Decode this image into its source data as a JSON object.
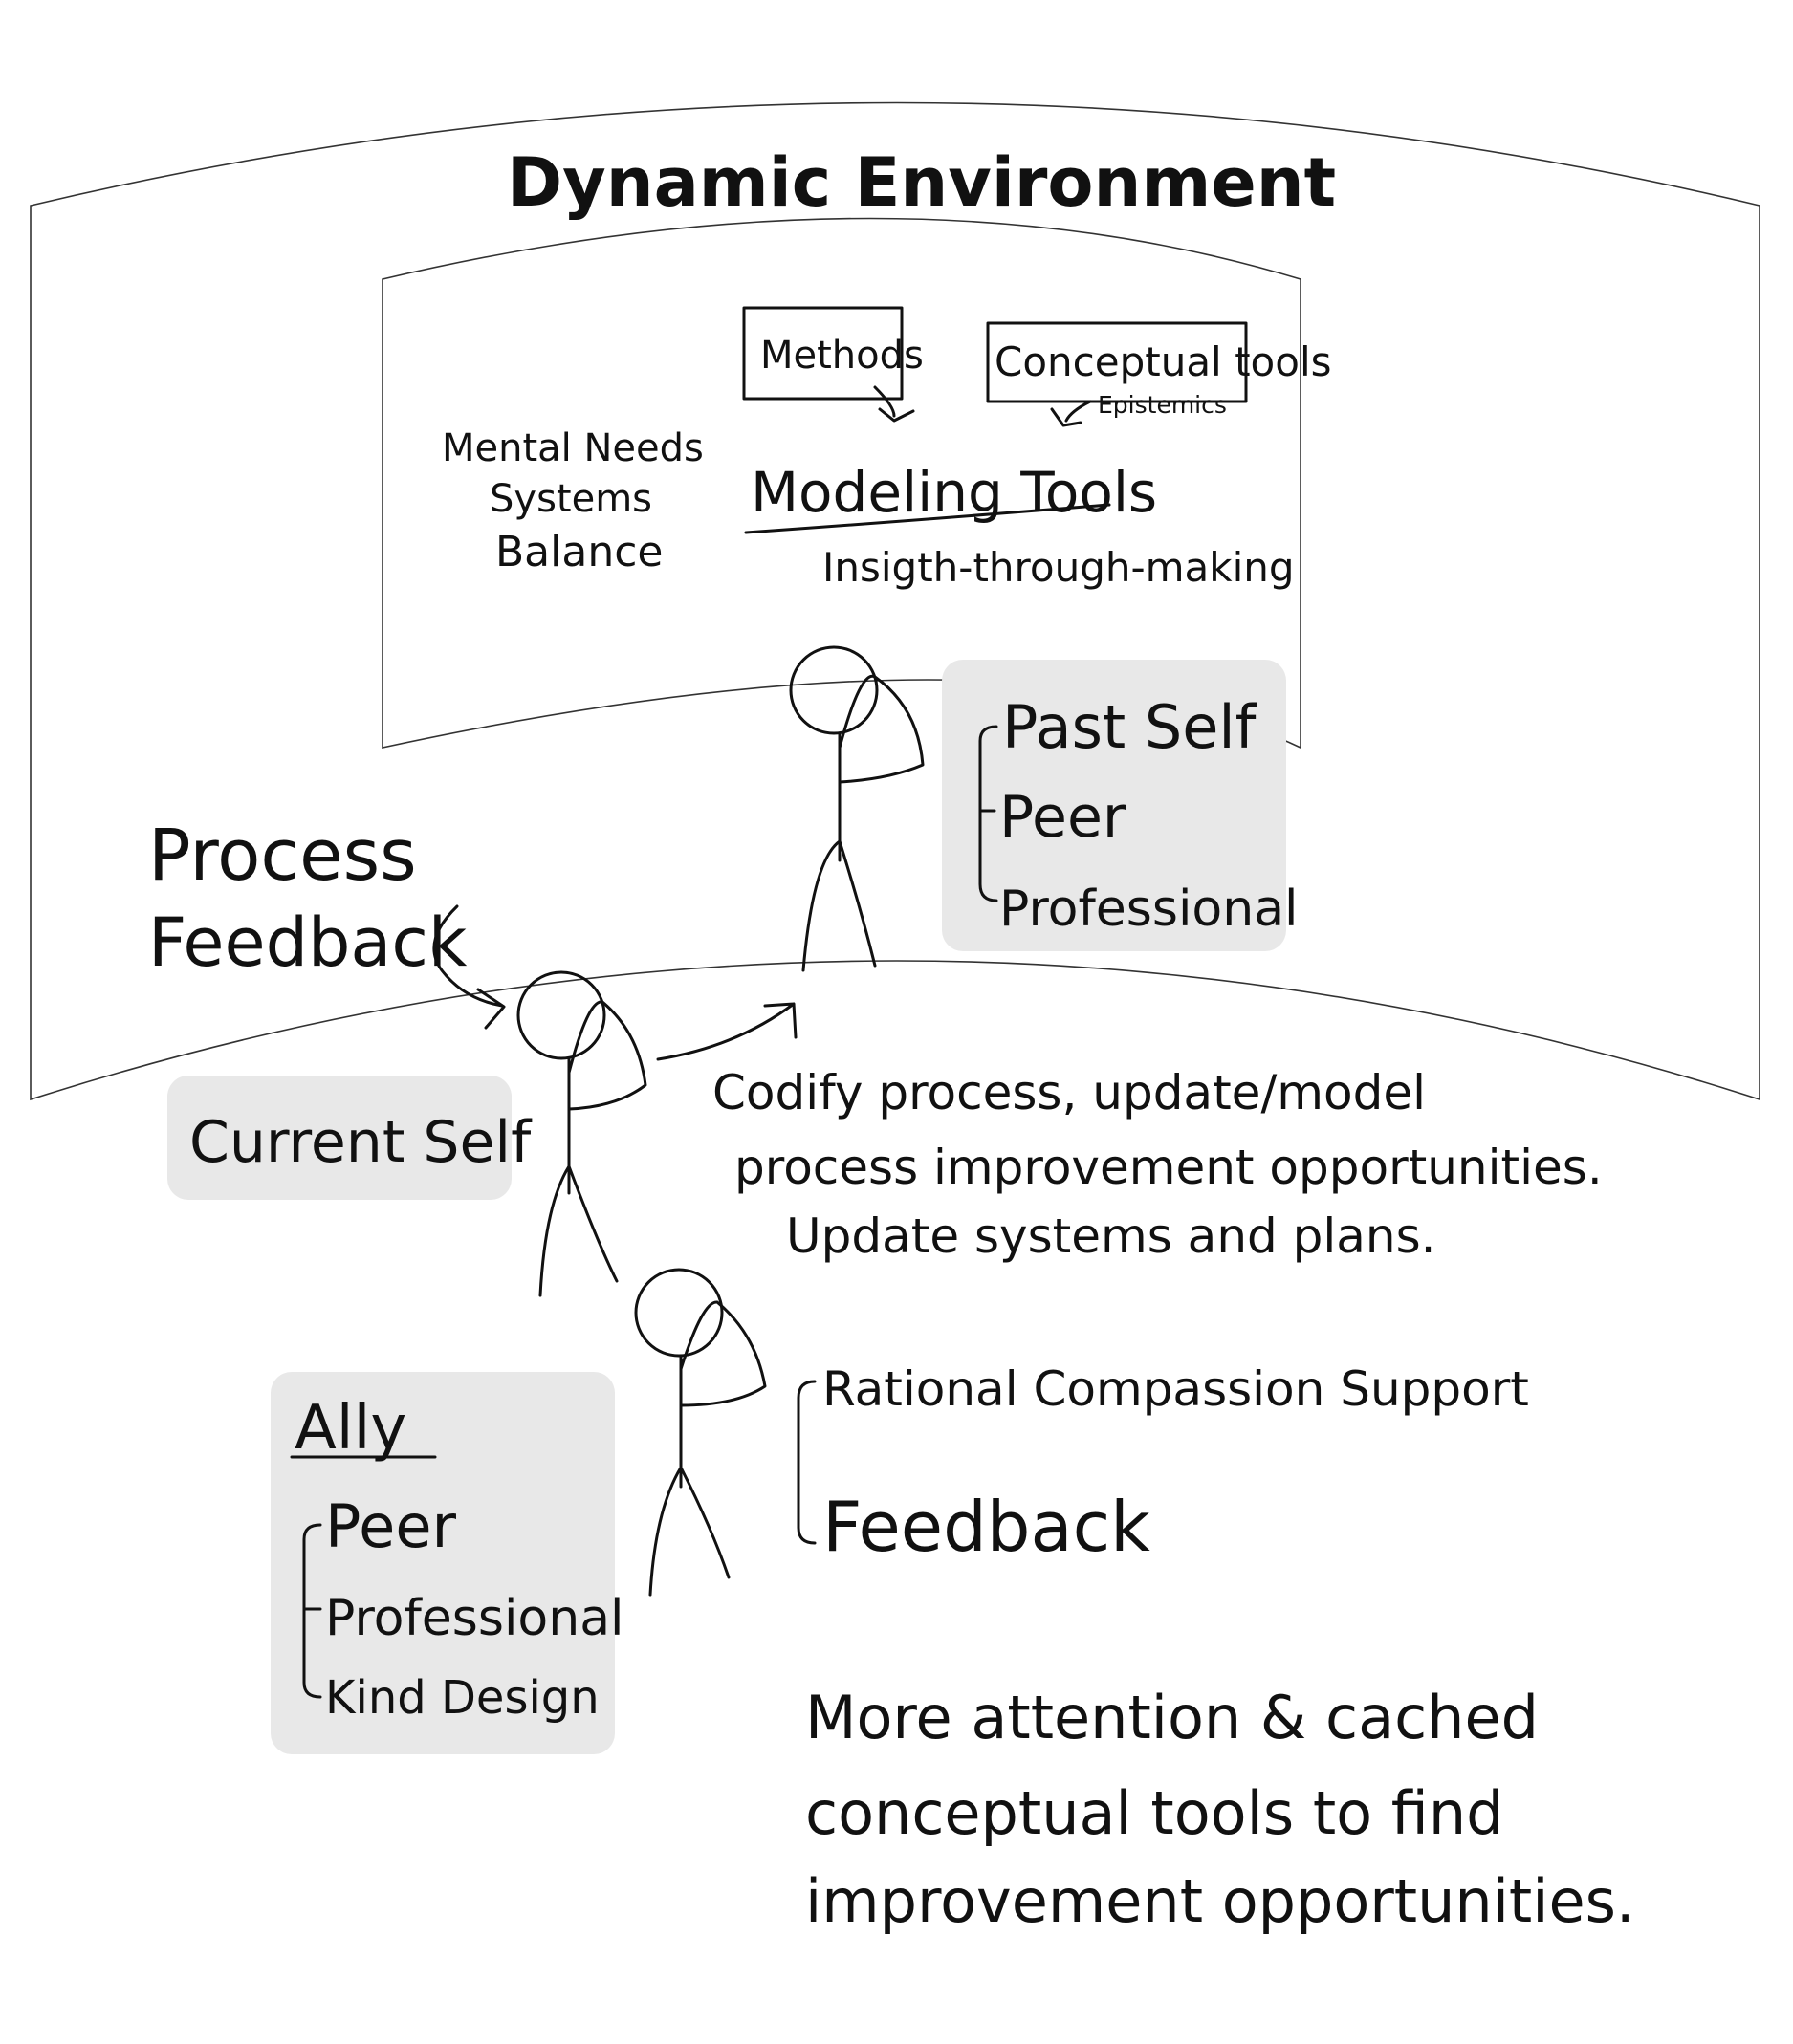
{
  "title": "Dynamic Environment",
  "inner_panel": {
    "methods": "Methods",
    "conceptual_tools": "Conceptual tools",
    "epistemics": "Epistemics",
    "needs": [
      "Mental Needs",
      "Systems",
      "Balance"
    ],
    "modeling_tools": "Modeling Tools",
    "insight": "Insigth-through-making"
  },
  "past_self_box": {
    "items": [
      "Past Self",
      "Peer",
      "Professional"
    ]
  },
  "process_feedback": [
    "Process",
    "Feedback"
  ],
  "current_self_box": {
    "label": "Current Self"
  },
  "codify_text": [
    "Codify process, update/model",
    "process improvement opportunities.",
    "Update systems and plans."
  ],
  "ally_box": {
    "heading": "Ally",
    "items": [
      "Peer",
      "Professional",
      "Kind Design"
    ]
  },
  "support_list": [
    "Rational Compassion Support",
    "Feedback"
  ],
  "conclusion": [
    "More attention & cached",
    "conceptual tools to find",
    "improvement opportunities."
  ]
}
